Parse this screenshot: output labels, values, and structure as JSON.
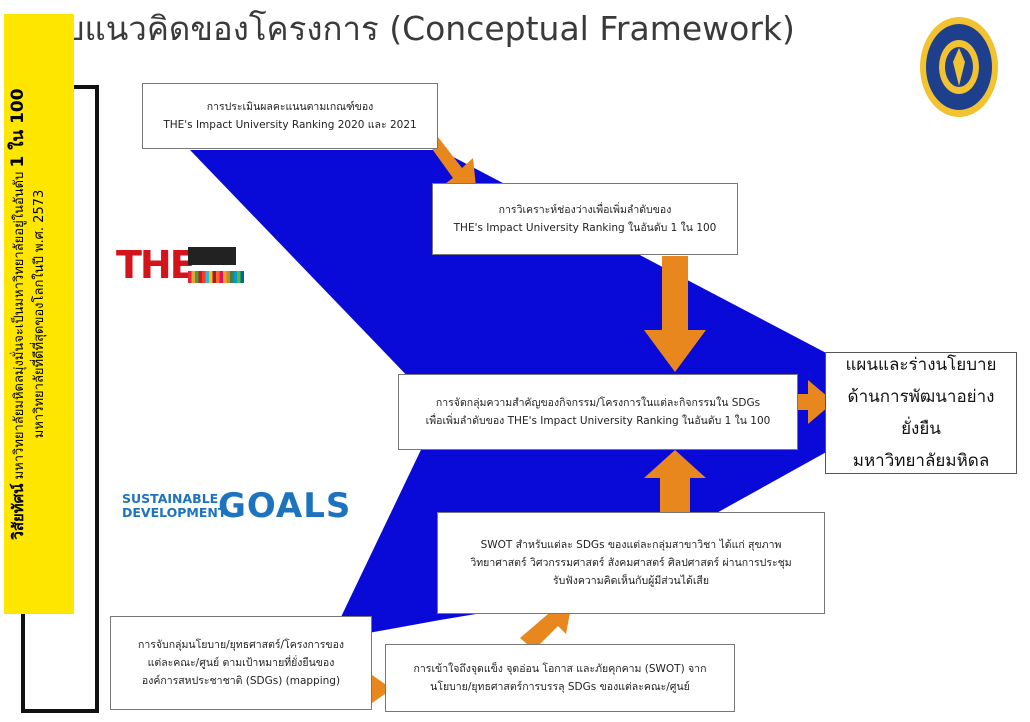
{
  "title": "กรอบแนวคิดของโครงการ (Conceptual Framework)",
  "vision": {
    "prefix": "วิสัยทัศน์",
    "line1": "มหาวิทยาลัยมหิดลมุ่งมั่นจะเป็นมหาวิทยาลัยอยู่ในอันดับ",
    "rank": "1 ใน 100",
    "line2": "มหาวิทยาลัยที่ดีที่สุดของโลกในปี พ.ศ. 2573"
  },
  "boxes": {
    "assess": "การประเมินผลคะแนนตามเกณฑ์ของ\nTHE's Impact University Ranking 2020 และ 2021",
    "gap": "การวิเคราะห์ช่องว่างเพื่อเพิ่มลำดับของ\nTHE's Impact University Ranking ในอันดับ 1 ใน 100",
    "prioritize": "การจัดกลุ่มความสำคัญของกิจกรรม/โครงการในแต่ละกิจกรรมใน SDGs\nเพื่อเพิ่มลำดับของ THE's Impact University Ranking ในอันดับ 1 ใน 100",
    "swot": "SWOT สำหรับแต่ละ SDGs ของแต่ละกลุ่มสาขาวิชา ได้แก่ สุขภาพ\nวิทยาศาสตร์ วิศวกรรมศาสตร์ สังคมศาสตร์ ศิลปศาสตร์ ผ่านการประชุม\nรับฟังความคิดเห็นกับผู้มีส่วนได้เสีย",
    "mapping": "การจับกลุ่มนโยบาย/ยุทธศาสตร์/โครงการของ\nแต่ละคณะ/ศูนย์ ตามเป้าหมายที่ยั่งยืนของ\nองค์การสหประชาชาติ (SDGs) (mapping)",
    "understand": "การเข้าใจถึงจุดแข็ง จุดอ่อน โอกาส และภัยคุกคาม (SWOT) จาก\nนโยบาย/ยุทธศาสตร์การบรรลุ SDGs ของแต่ละคณะ/ศูนย์",
    "result": "แผนและร่างนโยบาย\nด้านการพัฒนาอย่างยั่งยืน\nมหาวิทยาลัยมหิดล"
  },
  "logos": {
    "the_word": "THE",
    "sdg_small_1": "SUSTAINABLE",
    "sdg_small_2": "DEVELOPMENT",
    "sdg_big": "GOALS"
  },
  "colors": {
    "funnel": "#0a0ad8",
    "arrow": "#e8871e",
    "highlight": "#ffe600"
  }
}
